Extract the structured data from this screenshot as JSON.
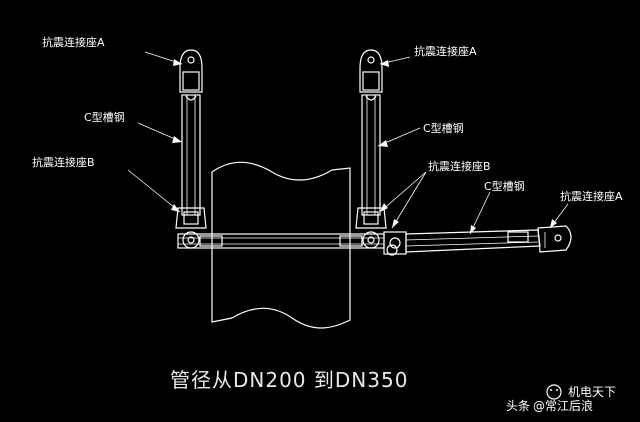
{
  "labels": {
    "left_seat_a": "抗震连接座A",
    "left_channel": "C型槽钢",
    "left_seat_b": "抗震连接座B",
    "right_seat_a": "抗震连接座A",
    "right_channel": "C型槽钢",
    "right_seat_b": "抗震连接座B",
    "brace_channel": "C型槽钢",
    "brace_seat_a": "抗震连接座A"
  },
  "caption": "管径从DN200 到DN350",
  "watermark": {
    "source": "头条",
    "account": "@常江后浪",
    "brand": "机电天下"
  },
  "colors": {
    "background": "#000000",
    "lines": "#ffffff"
  }
}
